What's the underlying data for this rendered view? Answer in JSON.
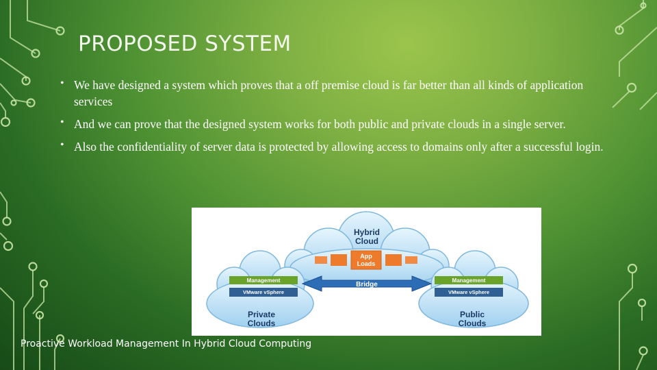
{
  "slide": {
    "title": "PROPOSED SYSTEM",
    "bullets": [
      "We have designed a system which  proves that a off premise cloud is far better than all kinds of application services",
      "And we can prove that the designed system works  for both public and private clouds in a single server.",
      "Also the confidentiality of server data is protected by allowing access to domains only after a successful login."
    ],
    "footer": "Proactive Workload Management In Hybrid Cloud Computing"
  },
  "diagram": {
    "hybrid_label": [
      "Hybrid",
      "Cloud"
    ],
    "app_loads_label": [
      "App",
      "Loads"
    ],
    "bridge_label": "Bridge",
    "private": {
      "management_label": "Management",
      "vsphere_label": "VMware vSphere",
      "cloud_label": [
        "Private",
        "Clouds"
      ]
    },
    "public": {
      "management_label": "Management",
      "vsphere_label": "VMware vSphere",
      "cloud_label": [
        "Public",
        "Clouds"
      ]
    }
  },
  "colors": {
    "background_light": "#9bc54c",
    "background_dark": "#174a17",
    "circuit_line": "#c8e6a6",
    "cloud_fill": "#bfe2f6",
    "cloud_edge": "#7fb7de",
    "label_navy": "#1c3966",
    "app_orange": "#ee7b2c",
    "management_green": "#6aa32a",
    "vsphere_blue": "#2f5f93"
  }
}
